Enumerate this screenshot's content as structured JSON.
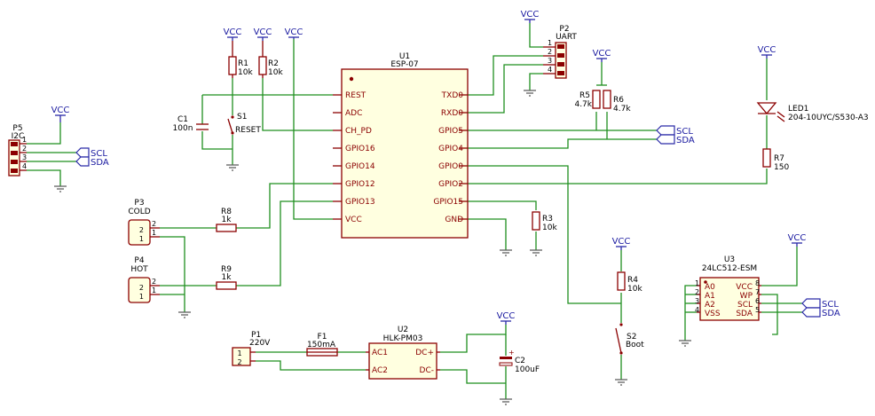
{
  "vcc": "VCC",
  "net_scl": "SCL",
  "net_sda": "SDA",
  "pins": {
    "p1": "1",
    "p2": "2",
    "p3": "3",
    "p4": "4",
    "p5": "5",
    "p6": "6",
    "p7": "7",
    "p8": "8"
  },
  "u1": {
    "ref": "U1",
    "value": "ESP-07",
    "left_pins": [
      "REST",
      "ADC",
      "CH_PD",
      "GPIO16",
      "GPIO14",
      "GPIO12",
      "GPIO13",
      "VCC"
    ],
    "right_pins": [
      "TXD0",
      "RXD0",
      "GPIO5",
      "GPIO4",
      "GPIO0",
      "GPIO2",
      "GPIO15",
      "GND"
    ]
  },
  "p2": {
    "ref": "P2",
    "value": "UART"
  },
  "p5": {
    "ref": "P5",
    "value": "I2C"
  },
  "p3": {
    "ref": "P3",
    "value": "COLD"
  },
  "p4": {
    "ref": "P4",
    "value": "HOT"
  },
  "p1": {
    "ref": "P1",
    "value": "220V"
  },
  "r1": {
    "ref": "R1",
    "value": "10k"
  },
  "r2": {
    "ref": "R2",
    "value": "10k"
  },
  "r3": {
    "ref": "R3",
    "value": "10k"
  },
  "r4": {
    "ref": "R4",
    "value": "10k"
  },
  "r5": {
    "ref": "R5",
    "value": "4.7k"
  },
  "r6": {
    "ref": "R6",
    "value": "4.7k"
  },
  "r7": {
    "ref": "R7",
    "value": "150"
  },
  "r8": {
    "ref": "R8",
    "value": "1k"
  },
  "r9": {
    "ref": "R9",
    "value": "1k"
  },
  "c1": {
    "ref": "C1",
    "value": "100n"
  },
  "c2": {
    "ref": "C2",
    "value": "100uF"
  },
  "s1": {
    "ref": "S1",
    "value": "RESET"
  },
  "s2": {
    "ref": "S2",
    "value": "Boot"
  },
  "f1": {
    "ref": "F1",
    "value": "150mA"
  },
  "led1": {
    "ref": "LED1",
    "value": "204-10UYC/S530-A3"
  },
  "u2": {
    "ref": "U2",
    "value": "HLK-PM03",
    "pins": [
      "AC1",
      "AC2",
      "DC+",
      "DC-"
    ]
  },
  "u3": {
    "ref": "U3",
    "value": "24LC512-ESM",
    "left_pins": [
      "A0",
      "A1",
      "A2",
      "VSS"
    ],
    "right_pins": [
      "VCC",
      "WP",
      "SCL",
      "SDA"
    ]
  }
}
